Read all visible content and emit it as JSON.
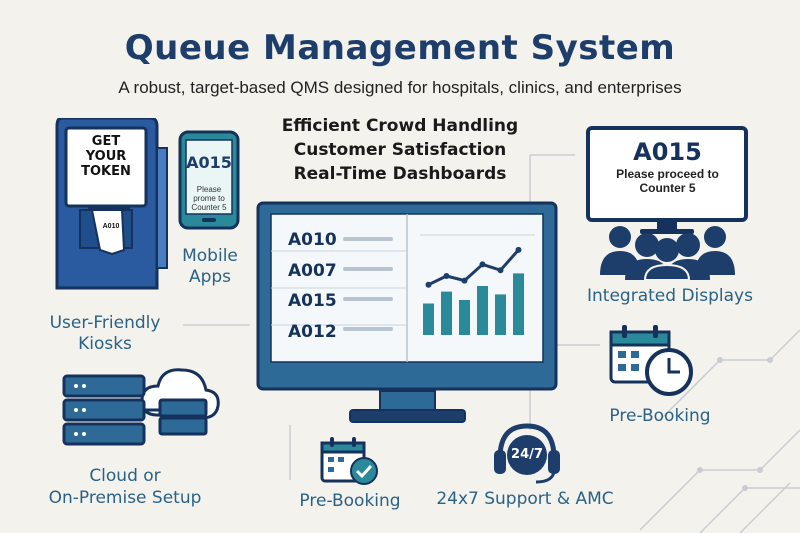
{
  "title": "Queue Management System",
  "subtitle": "A robust, target-based QMS designed for hospitals, clinics, and enterprises",
  "features": [
    "Efficient Crowd Handling",
    "Customer Satisfaction",
    "Real-Time Dashboards"
  ],
  "kiosk": {
    "screen_line1": "GET",
    "screen_line2": "YOUR",
    "screen_line3": "TOKEN",
    "ticket": "A010",
    "label_line1": "User-Friendly",
    "label_line2": "Kiosks"
  },
  "mobile": {
    "token": "A015",
    "msg_line1": "Please",
    "msg_line2": "prome to",
    "msg_line3": "Counter 5",
    "label_line1": "Mobile",
    "label_line2": "Apps"
  },
  "dashboard": {
    "queue": [
      "A010",
      "A007",
      "A015",
      "A012"
    ],
    "bars": [
      0.45,
      0.62,
      0.5,
      0.7,
      0.58,
      0.88
    ],
    "trend": [
      0.35,
      0.5,
      0.42,
      0.7,
      0.6,
      0.95
    ]
  },
  "display": {
    "token": "A015",
    "msg_line1": "Please proceed to",
    "msg_line2": "Counter 5",
    "label": "Integrated Displays"
  },
  "prebooking_right": {
    "label": "Pre-Booking"
  },
  "prebooking_bottom": {
    "label": "Pre-Booking"
  },
  "cloud": {
    "label_line1": "Cloud or",
    "label_line2": "On-Premise Setup"
  },
  "support": {
    "badge": "24/7",
    "label": "24x7 Support & AMC"
  },
  "colors": {
    "primary": "#1d3d6b",
    "accent": "#2e6a97",
    "teal": "#2a8a9a",
    "label": "#2a6287",
    "background": "#f4f2ec"
  }
}
